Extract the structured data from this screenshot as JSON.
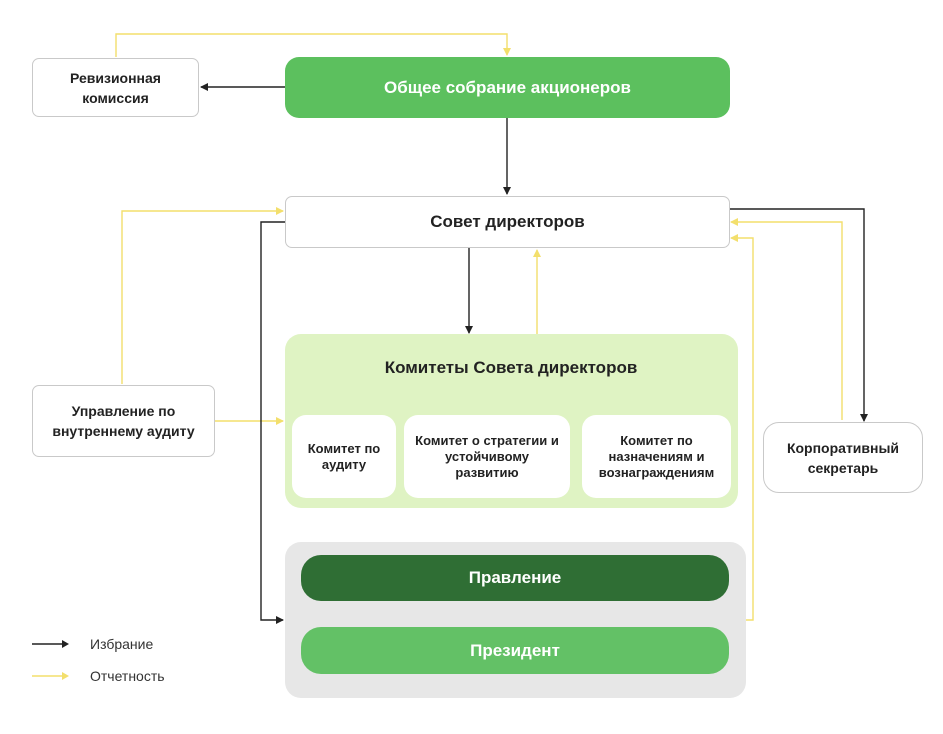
{
  "nodes": {
    "audit_commission": "Ревизионная комиссия",
    "shareholders_meeting": "Общее собрание акционеров",
    "board": "Совет директоров",
    "committees_title": "Комитеты Совета директоров",
    "committee_audit": "Комитет по аудиту",
    "committee_strategy": "Комитет о стратегии и устойчивому развитию",
    "committee_nominations": "Комитет по назначениям и вознаграждениям",
    "internal_audit": "Управление по внутреннему аудиту",
    "corporate_secretary": "Корпоративный секретарь",
    "management_board": "Правление",
    "president": "Президент"
  },
  "legend": {
    "election": "Избрание",
    "reporting": "Отчетность"
  },
  "colors": {
    "election_arrow": "#222222",
    "reporting_arrow": "#f3df6c",
    "primary_green": "#5cc05e",
    "dark_green": "#2f6e34",
    "light_green_area": "#dff3c3",
    "grey_area": "#e7e7e7"
  }
}
